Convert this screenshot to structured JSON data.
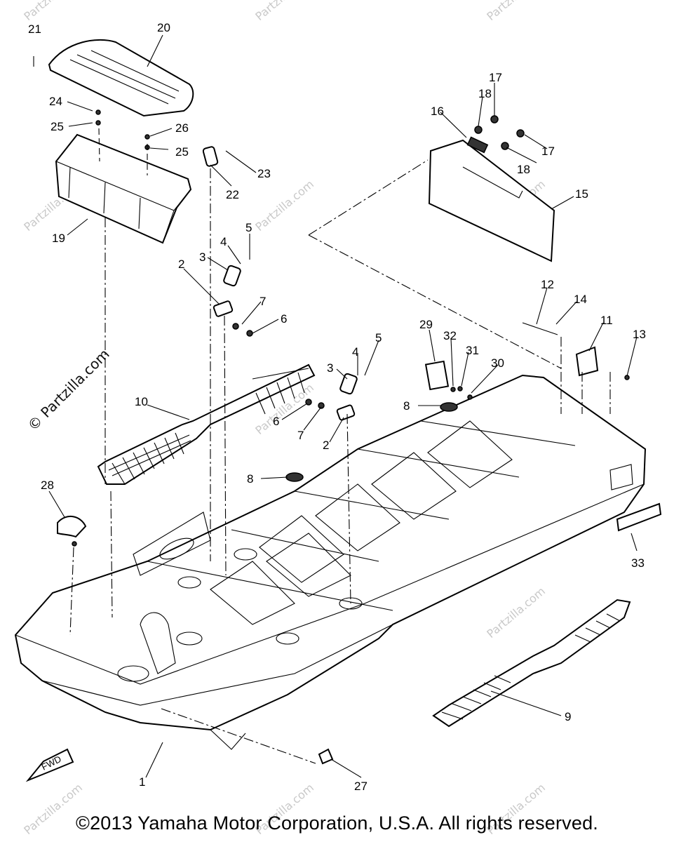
{
  "diagram": {
    "callouts": [
      "1",
      "2",
      "2",
      "3",
      "3",
      "4",
      "4",
      "5",
      "5",
      "6",
      "6",
      "7",
      "7",
      "8",
      "8",
      "9",
      "10",
      "11",
      "12",
      "13",
      "14",
      "15",
      "16",
      "17",
      "17",
      "18",
      "18",
      "19",
      "20",
      "21",
      "22",
      "23",
      "24",
      "25",
      "25",
      "26",
      "27",
      "28",
      "29",
      "30",
      "31",
      "32",
      "33"
    ],
    "fwd_label": "FWD",
    "watermark": "Partzilla.com",
    "side_watermark": "© Partzilla.com"
  },
  "footer": {
    "copyright": "©2013  Yamaha Motor Corporation, U.S.A. All rights reserved."
  }
}
